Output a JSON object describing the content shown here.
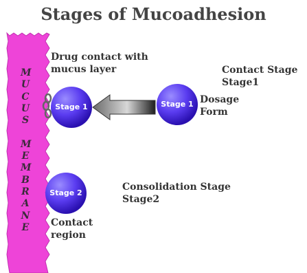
{
  "title": "Stages of Mucoadhesion",
  "membrane_letters": [
    "M",
    "U",
    "C",
    "U",
    "S",
    "",
    "M",
    "E",
    "M",
    "B",
    "R",
    "A",
    "N",
    "E"
  ],
  "stage1": {
    "left_circle_label": "Stage 1",
    "right_circle_label": "Stage 1",
    "drug_contact_line1": "Drug contact with",
    "drug_contact_line2": "mucus layer",
    "contact_stage_line1": "Contact Stage",
    "contact_stage_line2": "Stage1",
    "dosage_line1": "Dosage",
    "dosage_line2": "Form"
  },
  "stage2": {
    "circle_label": "Stage 2",
    "consolidation_line1": "Consolidation Stage",
    "consolidation_line2": "Stage2",
    "contact_region_line1": "Contact",
    "contact_region_line2": "region"
  },
  "colors": {
    "membrane": "#ee44d8",
    "circle_light": "#8a7cff",
    "circle_dark": "#3a1cd8"
  }
}
